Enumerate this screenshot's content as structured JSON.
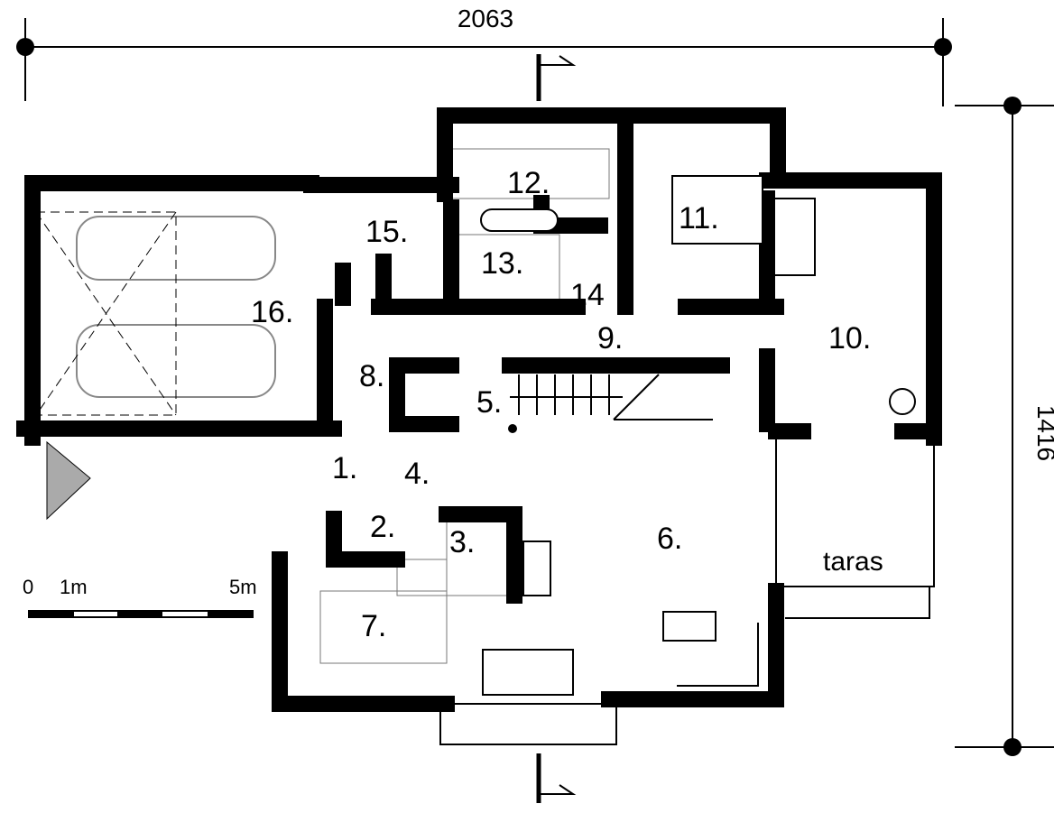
{
  "dimensions": {
    "width_label": "2063",
    "depth_label": "1416"
  },
  "rooms": [
    {
      "id": "1",
      "label": "1."
    },
    {
      "id": "2",
      "label": "2."
    },
    {
      "id": "3",
      "label": "3."
    },
    {
      "id": "4",
      "label": "4."
    },
    {
      "id": "5",
      "label": "5."
    },
    {
      "id": "6",
      "label": "6."
    },
    {
      "id": "7",
      "label": "7."
    },
    {
      "id": "8",
      "label": "8."
    },
    {
      "id": "9",
      "label": "9."
    },
    {
      "id": "10",
      "label": "10."
    },
    {
      "id": "11",
      "label": "11."
    },
    {
      "id": "12",
      "label": "12."
    },
    {
      "id": "13",
      "label": "13."
    },
    {
      "id": "14",
      "label": "14"
    },
    {
      "id": "15",
      "label": "15."
    },
    {
      "id": "16",
      "label": "16."
    }
  ],
  "terrace": {
    "label": "taras"
  },
  "scale_bar": {
    "zero": "0",
    "one": "1m",
    "five": "5m"
  }
}
